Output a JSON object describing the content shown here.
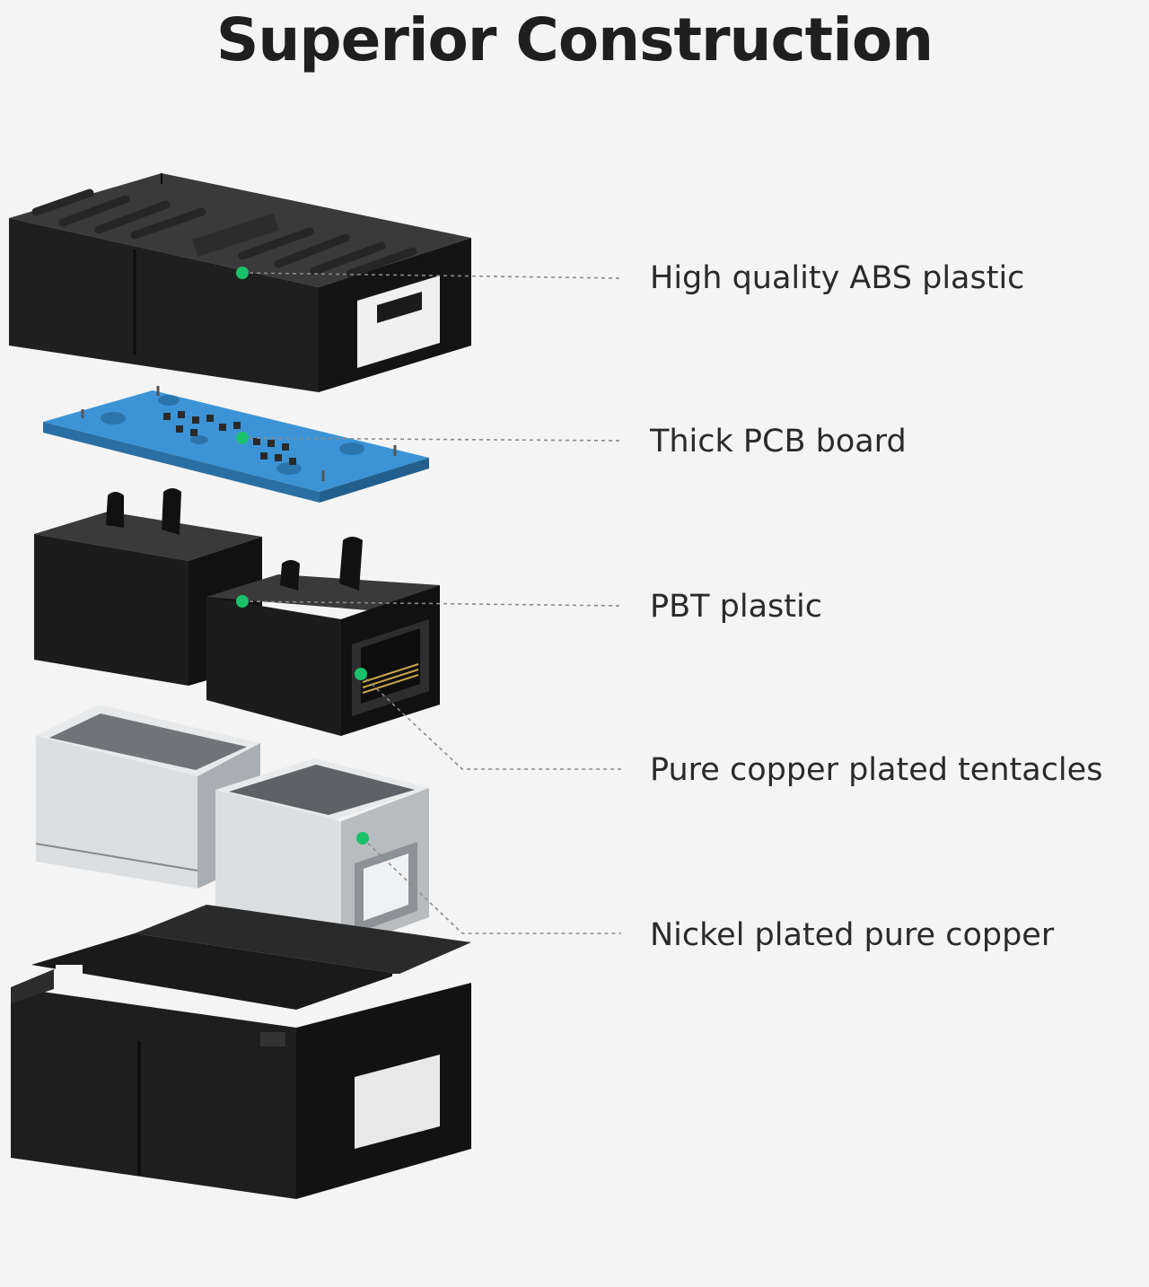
{
  "title": "Superior Construction",
  "callouts": [
    {
      "label": "High quality ABS plastic"
    },
    {
      "label": "Thick PCB board"
    },
    {
      "label": "PBT plastic"
    },
    {
      "label": "Pure copper plated tentacles"
    },
    {
      "label": "Nickel plated pure copper"
    }
  ],
  "colors": {
    "background": "#f4f4f4",
    "marker": "#19c26a",
    "plastic": "#1c1c1c",
    "pcb": "#3a8fd0",
    "metal": "#cfd2d4"
  }
}
